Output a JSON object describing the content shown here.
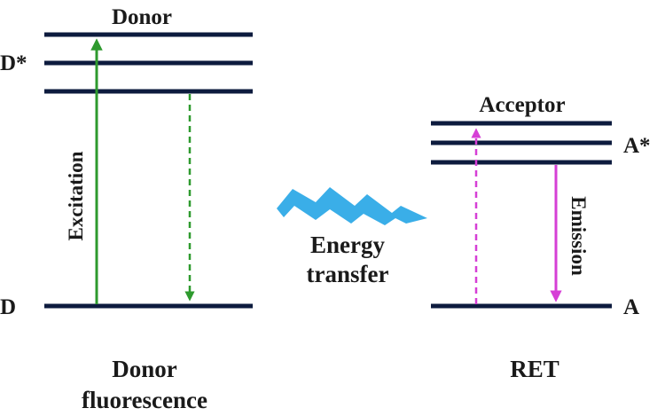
{
  "donor": {
    "title": "Donor",
    "excited_label": "D*",
    "ground_label": "D",
    "excitation_label": "Excitation",
    "caption_line1": "Donor",
    "caption_line2": "fluorescence"
  },
  "acceptor": {
    "title": "Acceptor",
    "excited_label": "A*",
    "ground_label": "A",
    "emission_label": "Emission",
    "caption": "RET"
  },
  "transfer": {
    "line1": "Energy",
    "line2": "transfer"
  },
  "colors": {
    "level_line": "#0d1b3e",
    "excitation_arrow": "#2e9a2e",
    "acceptor_arrow": "#d63fd6",
    "energy_bolt": "#3aaee8",
    "text": "#1a1a1a"
  }
}
